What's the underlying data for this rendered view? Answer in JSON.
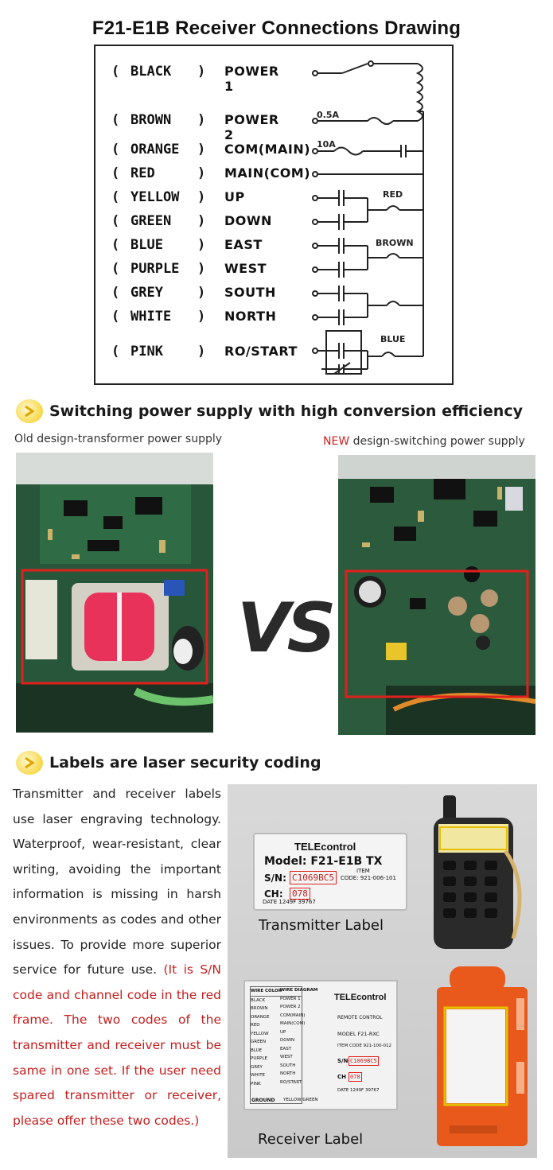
{
  "diagram": {
    "title": "F21-E1B  Receiver Connections Drawing",
    "rows": [
      {
        "color": "BLACK",
        "function": "POWER 1"
      },
      {
        "color": "BROWN",
        "function": "POWER 2"
      },
      {
        "color": "ORANGE",
        "function": "COM(MAIN)"
      },
      {
        "color": "RED",
        "function": "MAIN(COM)"
      },
      {
        "color": "YELLOW",
        "function": "UP"
      },
      {
        "color": "GREEN",
        "function": "DOWN"
      },
      {
        "color": "BLUE",
        "function": "EAST"
      },
      {
        "color": "PURPLE",
        "function": "WEST"
      },
      {
        "color": "GREY",
        "function": "SOUTH"
      },
      {
        "color": "WHITE",
        "function": "NORTH"
      },
      {
        "color": "PINK",
        "function": "RO/START"
      }
    ],
    "fuse_small": "0.5A",
    "fuse_main": "10A",
    "common_labels": [
      "RED",
      "BROWN",
      "BLUE"
    ]
  },
  "section_power": {
    "heading": "Switching power supply with high conversion efficiency",
    "old_caption": "Old design-transformer power supply",
    "new_caption_prefix": "NEW",
    "new_caption_rest": " design-switching power supply",
    "vs": "VS"
  },
  "section_labels": {
    "heading": "Labels are laser security coding",
    "body": "Transmitter and receiver labels use laser engraving technology. Waterproof, wear-resistant, clear writing, avoiding the important information is missing  in harsh environments as codes and other issues. To provide more superior service for future use.",
    "note": "(It is S/N code and channel code in the red frame. The two codes of the transmitter and receiver must be same in one set. If the user need spared transmitter or receiver, please offer these two codes.)",
    "tx_caption": "Transmitter Label",
    "rx_caption": "Receiver Label",
    "tx_label": {
      "brand": "TELEcontrol",
      "model": "Model: F21-E1B  TX",
      "sn_label": "S/N:",
      "sn": "C1069BC5",
      "ch_label": "CH:",
      "ch": "078",
      "item": "ITEM",
      "code": "CODE: 921-006-101",
      "date": "DATE 1249F 39767"
    },
    "rx_label": {
      "wire_header": "WIRE COLOR",
      "wire_diagram": "WIRE DIAGRAM",
      "wires": [
        "BLACK",
        "BROWN",
        "ORANGE",
        "RED",
        "YELLOW",
        "GREEN",
        "BLUE",
        "PURPLE",
        "GREY",
        "WHITE",
        "PINK"
      ],
      "funcs": [
        "POWER 1",
        "POWER 2",
        "COM(MAIN)",
        "MAIN(COM)",
        "UP",
        "DOWN",
        "EAST",
        "WEST",
        "SOUTH",
        "NORTH",
        "RO/START"
      ],
      "brand": "TELEcontrol",
      "remote": "REMOTE CONTROL",
      "model": "MODEL  F21-RXC",
      "item_code": "ITEM CODE 921-100-012",
      "sn_label": "S/N",
      "sn": "C1069BC5",
      "ch_label": "CH",
      "ch": "078",
      "date": "DATE 1249F 39767",
      "ground": "GROUND",
      "ground_color": "YELLOW/GREEN"
    }
  },
  "colors": {
    "accent_red": "#c41e1e",
    "badge_yellow": "#f7d94c",
    "pcb_green": "#1f4a2f",
    "frame_red": "#e0201c",
    "housing_orange": "#e9591c"
  }
}
